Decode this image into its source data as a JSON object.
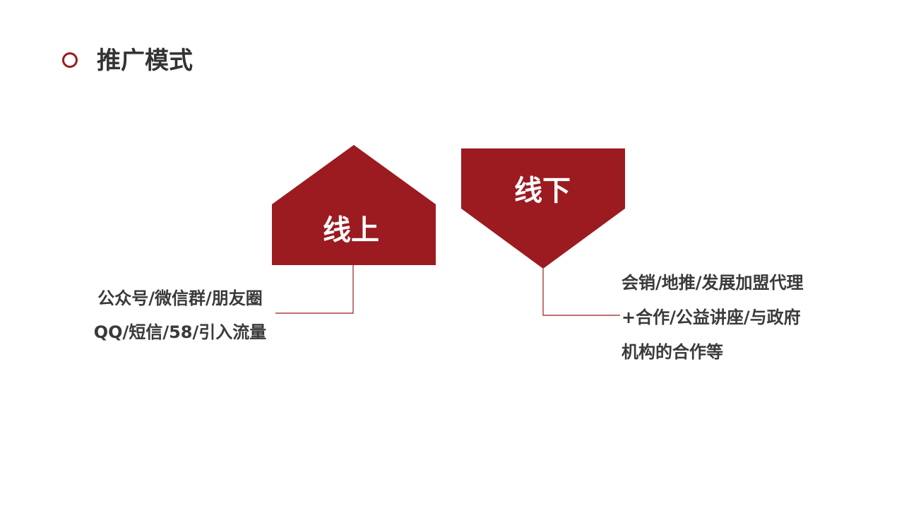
{
  "header": {
    "title": "推广模式"
  },
  "colors": {
    "accent": "#9b1b20",
    "text": "#3a3a3a"
  },
  "online": {
    "label": "线上",
    "lines": [
      "公众号/微信群/朋友圈",
      "QQ/短信/58/引入流量"
    ]
  },
  "offline": {
    "label": "线下",
    "lines": [
      "会销/地推/发展加盟代理",
      "+合作/公益讲座/与政府",
      "机构的合作等"
    ]
  }
}
